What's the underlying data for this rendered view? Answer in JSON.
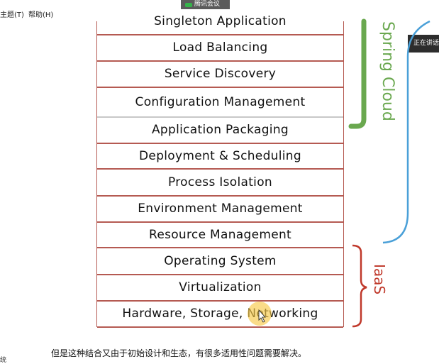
{
  "menu": {
    "items": [
      "主题(T)",
      "帮助(H)"
    ]
  },
  "meeting_badge": {
    "label": "腾讯会议",
    "icon": "camera-icon",
    "colors": {
      "background": "#5b5b5b",
      "icon": "#35b34a"
    }
  },
  "speaking_badge": {
    "label": "正在讲话"
  },
  "diagram": {
    "layers": [
      "Singleton Application",
      "Load Balancing",
      "Service Discovery",
      "Configuration Management",
      "Application Packaging",
      "Deployment & Scheduling",
      "Process Isolation",
      "Environment Management",
      "Resource Management",
      "Operating System",
      "Virtualization",
      "Hardware, Storage, Networking"
    ],
    "spring_cloud_label": "Spring Cloud",
    "iaas_label": "IaaS",
    "colors": {
      "rules": "#b55a52",
      "spring_cloud": "#6aa84f",
      "kubernetes_bracket": "#4aa0d8",
      "iaas": "#c0392b"
    }
  },
  "caption": "但是这种结合又由于初始设计和生态，有很多适用性问题需要解决。",
  "corner_text": "统"
}
